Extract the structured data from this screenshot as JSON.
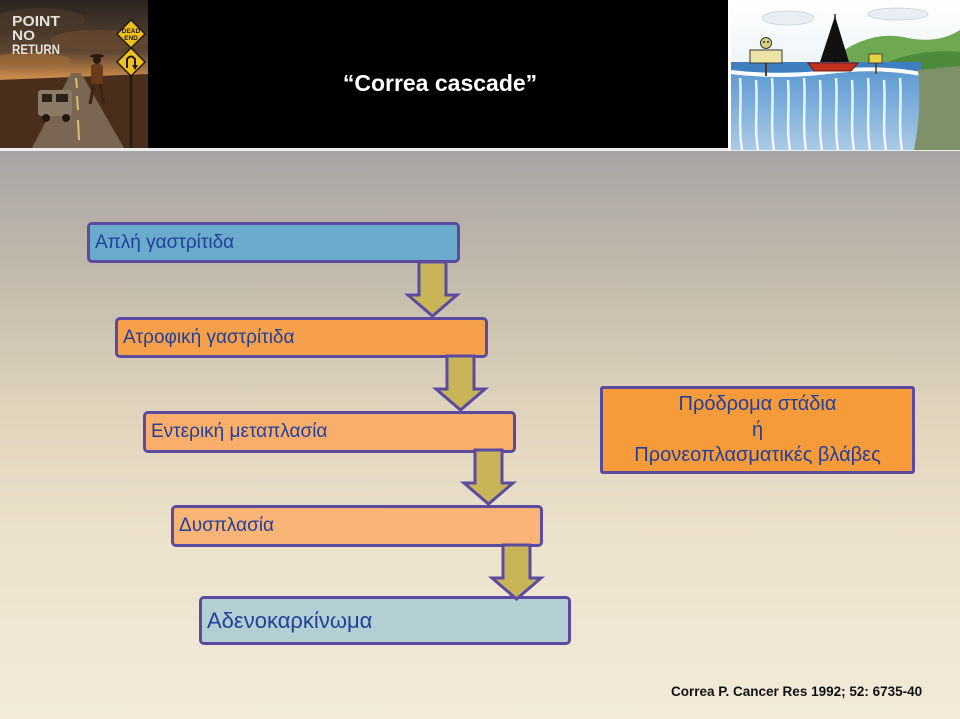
{
  "header": {
    "title": "“Correa cascade”"
  },
  "poster": {
    "title_lines": [
      "POINT",
      "NO",
      "RETURN"
    ],
    "sign_text": [
      "DEAD",
      "END"
    ]
  },
  "cascade": {
    "steps": [
      {
        "label": "Απλή γαστρίτιδα",
        "color": "#6aaacb"
      },
      {
        "label": "Ατροφική γαστρίτιδα",
        "color": "#f7a04b"
      },
      {
        "label": "Εντερική μεταπλασία",
        "color": "#f9ae6c"
      },
      {
        "label": "Δυσπλασία",
        "color": "#f9b476"
      },
      {
        "label": "Αδενοκαρκίνωμα",
        "color": "#b4cfd3"
      }
    ],
    "arrow_color": "#c9b557",
    "border_color": "#5b4aa0",
    "text_color": "#22409a"
  },
  "precursor_box": {
    "lines": [
      "Πρόδρομα στάδια",
      "ή",
      "Προνεοπλασματικές βλάβες"
    ],
    "color": "#f79a3a"
  },
  "citation": "Correa P. Cancer Res 1992; 52: 6735-40"
}
